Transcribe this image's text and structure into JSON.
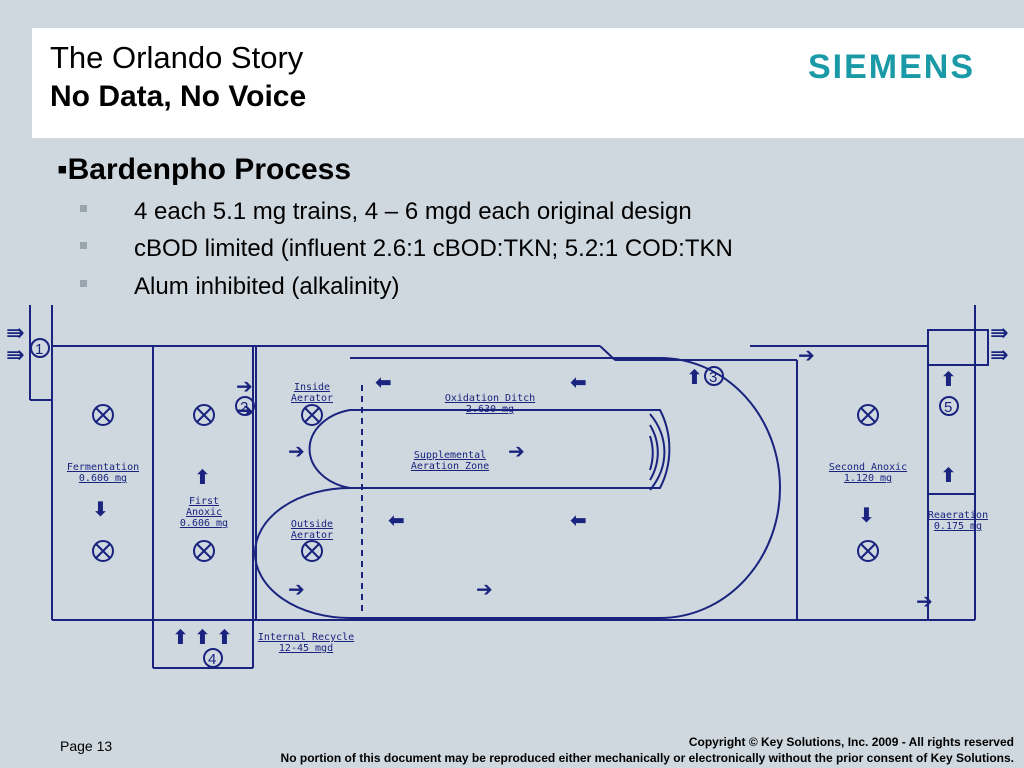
{
  "header": {
    "title_line1": "The Orlando Story",
    "title_line2": "No Data, No Voice",
    "logo": "SIEMENS"
  },
  "content": {
    "main_bullet": "▪Bardenpho Process",
    "sub_bullets": [
      "4 each 5.1 mg trains, 4 – 6 mgd each original design",
      "cBOD limited (influent 2.6:1 cBOD:TKN; 5.2:1 COD:TKN",
      "Alum inhibited (alkalinity)"
    ]
  },
  "diagram": {
    "labels": {
      "fermentation": [
        "Fermentation",
        "0.606 mg"
      ],
      "first_anoxic": [
        "First",
        "Anoxic",
        "0.606 mg"
      ],
      "inside_aerator": [
        "Inside",
        "Aerator"
      ],
      "outside_aerator": [
        "Outside",
        "Aerator"
      ],
      "oxidation_ditch": [
        "Oxidation Ditch",
        "2.630 mg"
      ],
      "supplemental": [
        "Supplemental",
        "Aeration Zone"
      ],
      "second_anoxic": [
        "Second Anoxic",
        "1.120 mg"
      ],
      "reaeration": [
        "Reaeration",
        "0.175 mg"
      ],
      "internal_recycle": [
        "Internal Recycle",
        "12-45 mgd"
      ]
    },
    "numbers": [
      "1",
      "2",
      "3",
      "4",
      "5"
    ],
    "color": "#1a237e"
  },
  "footer": {
    "page": "Page 13",
    "copyright": "Copyright © Key Solutions, Inc. 2009  -  All rights reserved",
    "notice": "No portion of this document may be reproduced either mechanically or electronically without the prior consent of Key Solutions."
  }
}
